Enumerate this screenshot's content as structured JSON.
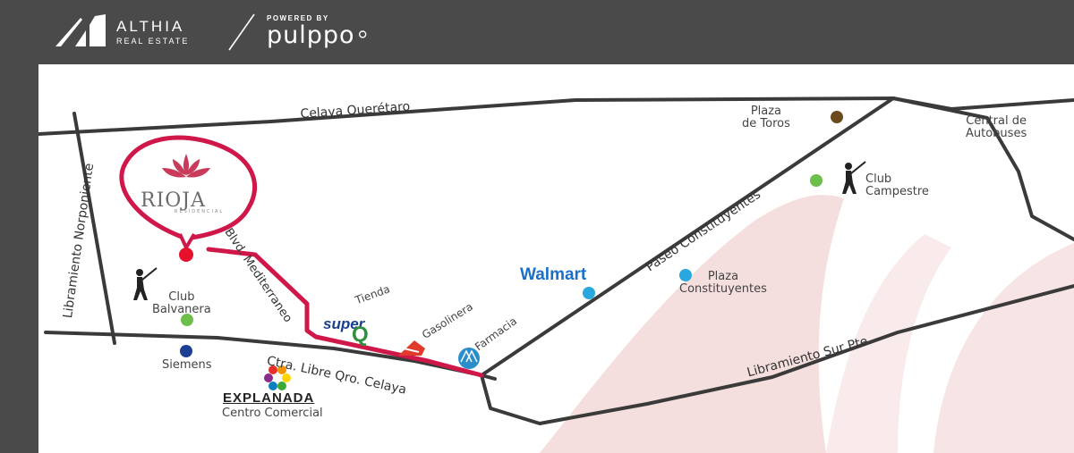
{
  "header": {
    "brand_name": "ALTHIA",
    "brand_sub": "REAL ESTATE",
    "powered_by": "POWERED BY",
    "platform": "pulppo"
  },
  "map": {
    "roads": {
      "celaya_queretaro": "Celaya Querétaro",
      "libramiento_norponiente": "Libramiento Norponiente",
      "blvd_mediterraneo": "Blvd. Mediterraneo",
      "paseo_constituyentes": "Paseo Constituyentes",
      "libramiento_sur": "Libramiento Sur Pte.",
      "ctra_libre": "Ctra. Libre Qro. Celaya"
    },
    "destination": {
      "name": "RIOJA",
      "tagline": "RESIDENCIAL"
    },
    "places": {
      "plaza_toros": "Plaza\nde Toros",
      "central_autobuses": "Central de\nAutobuses",
      "club_campestre": "Club\nCampestre",
      "plaza_constituyentes": "Plaza\nConstituyentes",
      "club_balvanera": "Club\nBalvanera",
      "siemens": "Siemens",
      "tienda": "Tienda",
      "gasolinera": "Gasolinera",
      "farmacia": "Farmacia",
      "walmart": "Walmart",
      "superq_top": "super",
      "superq_bottom": "Q",
      "explanada": "EXPLANADA",
      "centro_comercial": "Centro Comercial"
    },
    "colors": {
      "route": "#d0174a",
      "road": "#3a3a3a",
      "dot_plaza_toros": "#6b4a1e",
      "dot_green": "#6cc04a",
      "dot_blue": "#29a8e0",
      "dot_navy": "#1c3f94",
      "walmart": "#1a6fc9",
      "superq": "#2f8f3e",
      "watermark": "#f4dcdc"
    },
    "icons": [
      "golfer-icon",
      "gas-station-icon",
      "pharmacy-icon",
      "explanada-logo-icon",
      "lotus-icon"
    ]
  }
}
